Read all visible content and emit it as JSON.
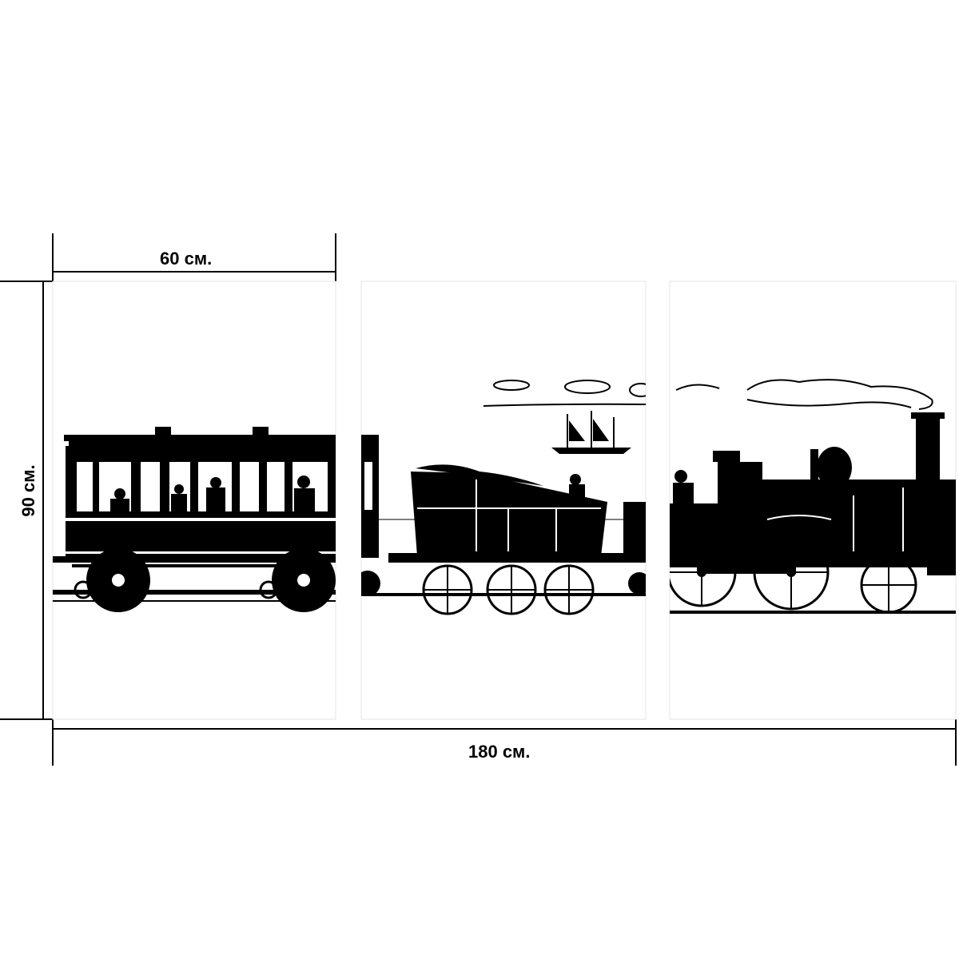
{
  "dimensions": {
    "panel_width_label": "60 см.",
    "total_width_label": "180 см.",
    "height_label": "90 см."
  },
  "panels": [
    {
      "name": "panel-left",
      "depicts": "passenger-carriage"
    },
    {
      "name": "panel-middle",
      "depicts": "coal-tender"
    },
    {
      "name": "panel-right",
      "depicts": "steam-locomotive"
    }
  ],
  "colors": {
    "ink": "#000000",
    "background": "#ffffff",
    "panel_gap": "#f2f2f2"
  }
}
